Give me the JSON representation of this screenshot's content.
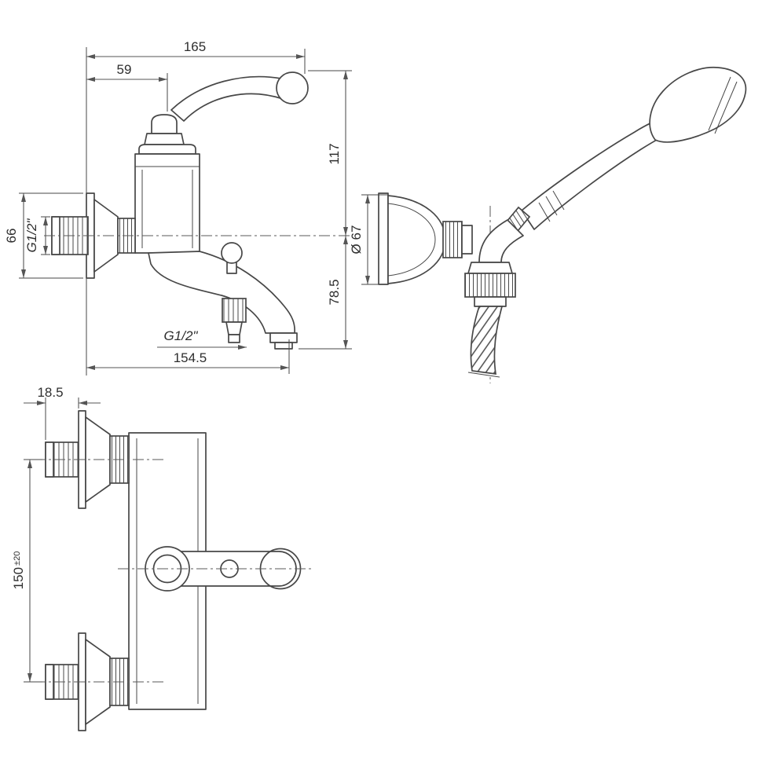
{
  "drawing": {
    "background": "#ffffff",
    "line_color": "#474747",
    "front_view": {
      "dim_width_total": "165",
      "dim_width_handle": "59",
      "dim_height_upper": "117",
      "dim_height_lower": "78.5",
      "dim_flange_height": "66",
      "label_inlet_thread": "G1/2\"",
      "label_outlet_thread": "G1/2\"",
      "dim_spout_reach": "154.5"
    },
    "side_view": {
      "dim_holder_diameter": "Ø 67"
    },
    "plan_view": {
      "dim_wall_offset": "18.5",
      "dim_mount_distance": "150",
      "dim_mount_tolerance": "±20"
    }
  }
}
